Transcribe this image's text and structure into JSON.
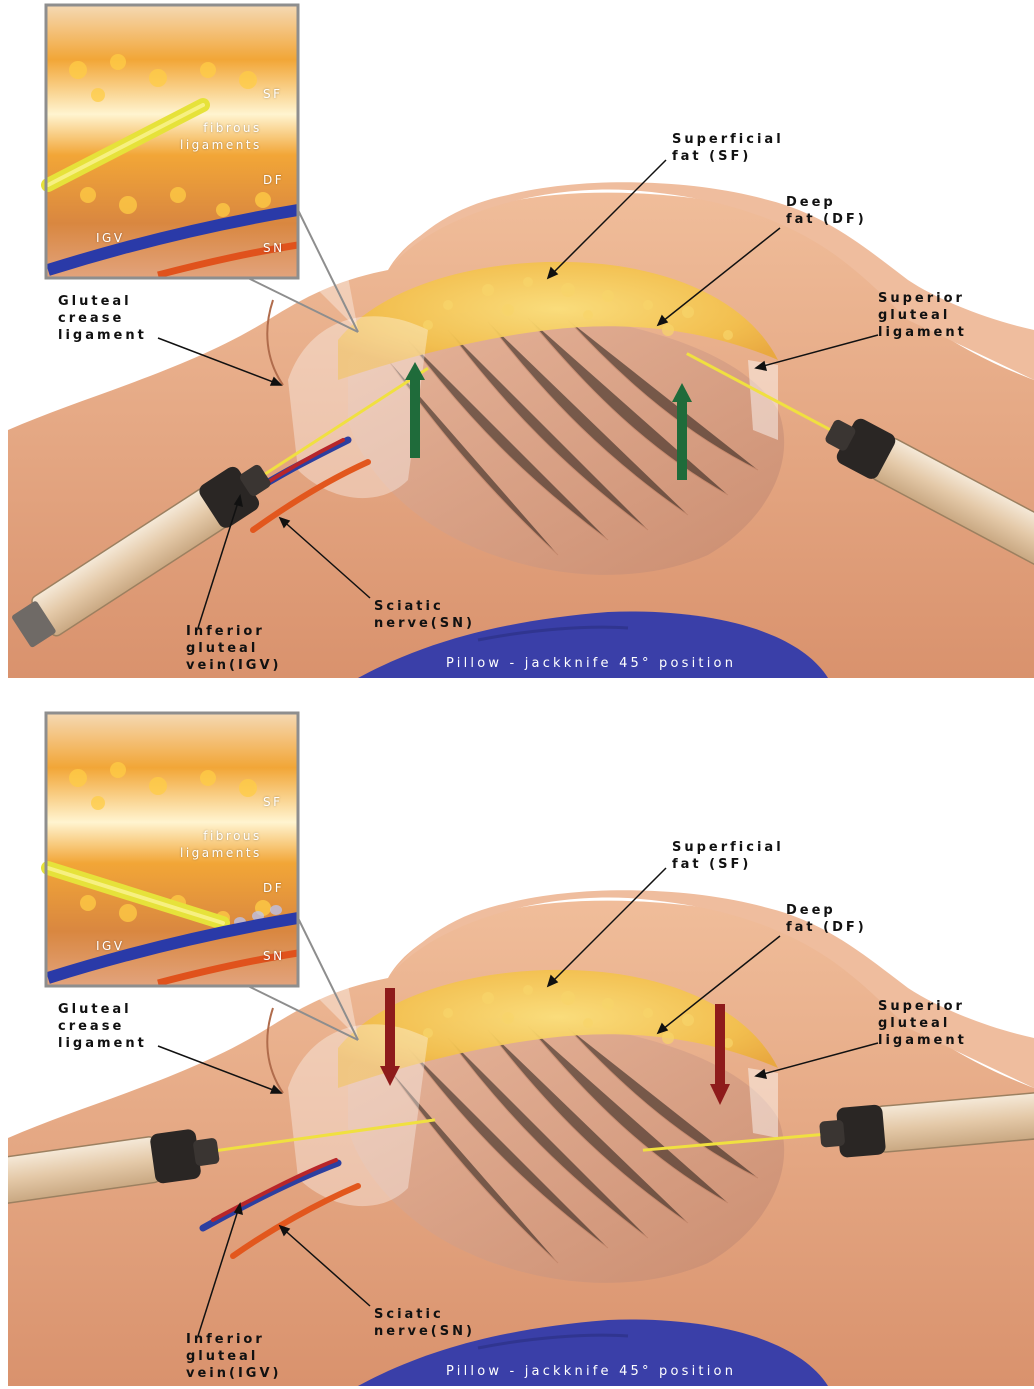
{
  "panels": [
    {
      "id": "top",
      "arrow_direction": "up",
      "arrow_color": "#1f6b3a",
      "caption": "Pillow - jackknife 45° position",
      "labels": {
        "superficial_fat": [
          "Superficial",
          "fat (SF)"
        ],
        "deep_fat": [
          "Deep",
          "fat (DF)"
        ],
        "superior_gluteal_ligament": [
          "Superior",
          "gluteal",
          "ligament"
        ],
        "gluteal_crease_ligament": [
          "Gluteal",
          "crease",
          "ligament"
        ],
        "sciatic_nerve": [
          "Sciatic",
          "nerve(SN)"
        ],
        "inferior_gluteal_vein": [
          "Inferior",
          "gluteal",
          "vein(IGV)"
        ]
      },
      "inset": {
        "sf": "SF",
        "fibrous_ligaments": [
          "fibrous",
          "ligaments"
        ],
        "df": "DF",
        "igv": "IGV",
        "sn": "SN"
      }
    },
    {
      "id": "bottom",
      "arrow_direction": "down",
      "arrow_color": "#8e1b1b",
      "caption": "Pillow - jackknife 45° position",
      "labels": {
        "superficial_fat": [
          "Superficial",
          "fat (SF)"
        ],
        "deep_fat": [
          "Deep",
          "fat (DF)"
        ],
        "superior_gluteal_ligament": [
          "Superior",
          "gluteal",
          "ligament"
        ],
        "gluteal_crease_ligament": [
          "Gluteal",
          "crease",
          "ligament"
        ],
        "sciatic_nerve": [
          "Sciatic",
          "nerve(SN)"
        ],
        "inferior_gluteal_vein": [
          "Inferior",
          "gluteal",
          "vein(IGV)"
        ]
      },
      "inset": {
        "sf": "SF",
        "fibrous_ligaments": [
          "fibrous",
          "ligaments"
        ],
        "df": "DF",
        "igv": "IGV",
        "sn": "SN"
      }
    }
  ],
  "colors": {
    "skin": "#e7ad89",
    "skin_dark": "#c98462",
    "fat": "#f4c64a",
    "muscle": "#d58d6e",
    "vein": "#2c3fa0",
    "nerve": "#e2571d",
    "pillow": "#3a3fa8",
    "needle": "#f0e040"
  }
}
